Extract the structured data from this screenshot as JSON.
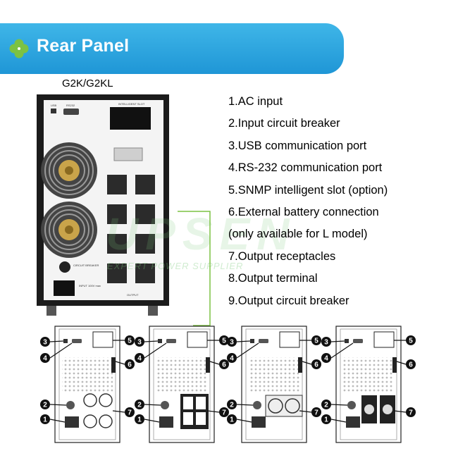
{
  "header": {
    "title": "Rear Panel"
  },
  "model_label": "G2K/G2KL",
  "items": [
    "1.AC input",
    "2.Input circuit breaker",
    "3.USB communication port",
    "4.RS-232 communication port",
    "5.SNMP intelligent slot (option)",
    "6.External battery connection",
    "(only available for L model)",
    "7.Output receptacles",
    "8.Output terminal",
    "9.Output circuit breaker"
  ],
  "panel_labels": {
    "usb": "USB",
    "rs232": "RS232",
    "slot": "INTELLIGENT SLOT",
    "breaker": "CIRCUIT BREAKER",
    "input": "INPUT 100V max",
    "output": "OUTPUT"
  },
  "watermark": {
    "logo": "UPSEN",
    "tagline": "EXPERT POWER SUPPLIER"
  },
  "callouts": [
    "1",
    "2",
    "3",
    "4",
    "5",
    "6",
    "7"
  ],
  "colors": {
    "banner": "#2ba5df",
    "clover": "#7cc242",
    "link_line": "#7cc242"
  }
}
